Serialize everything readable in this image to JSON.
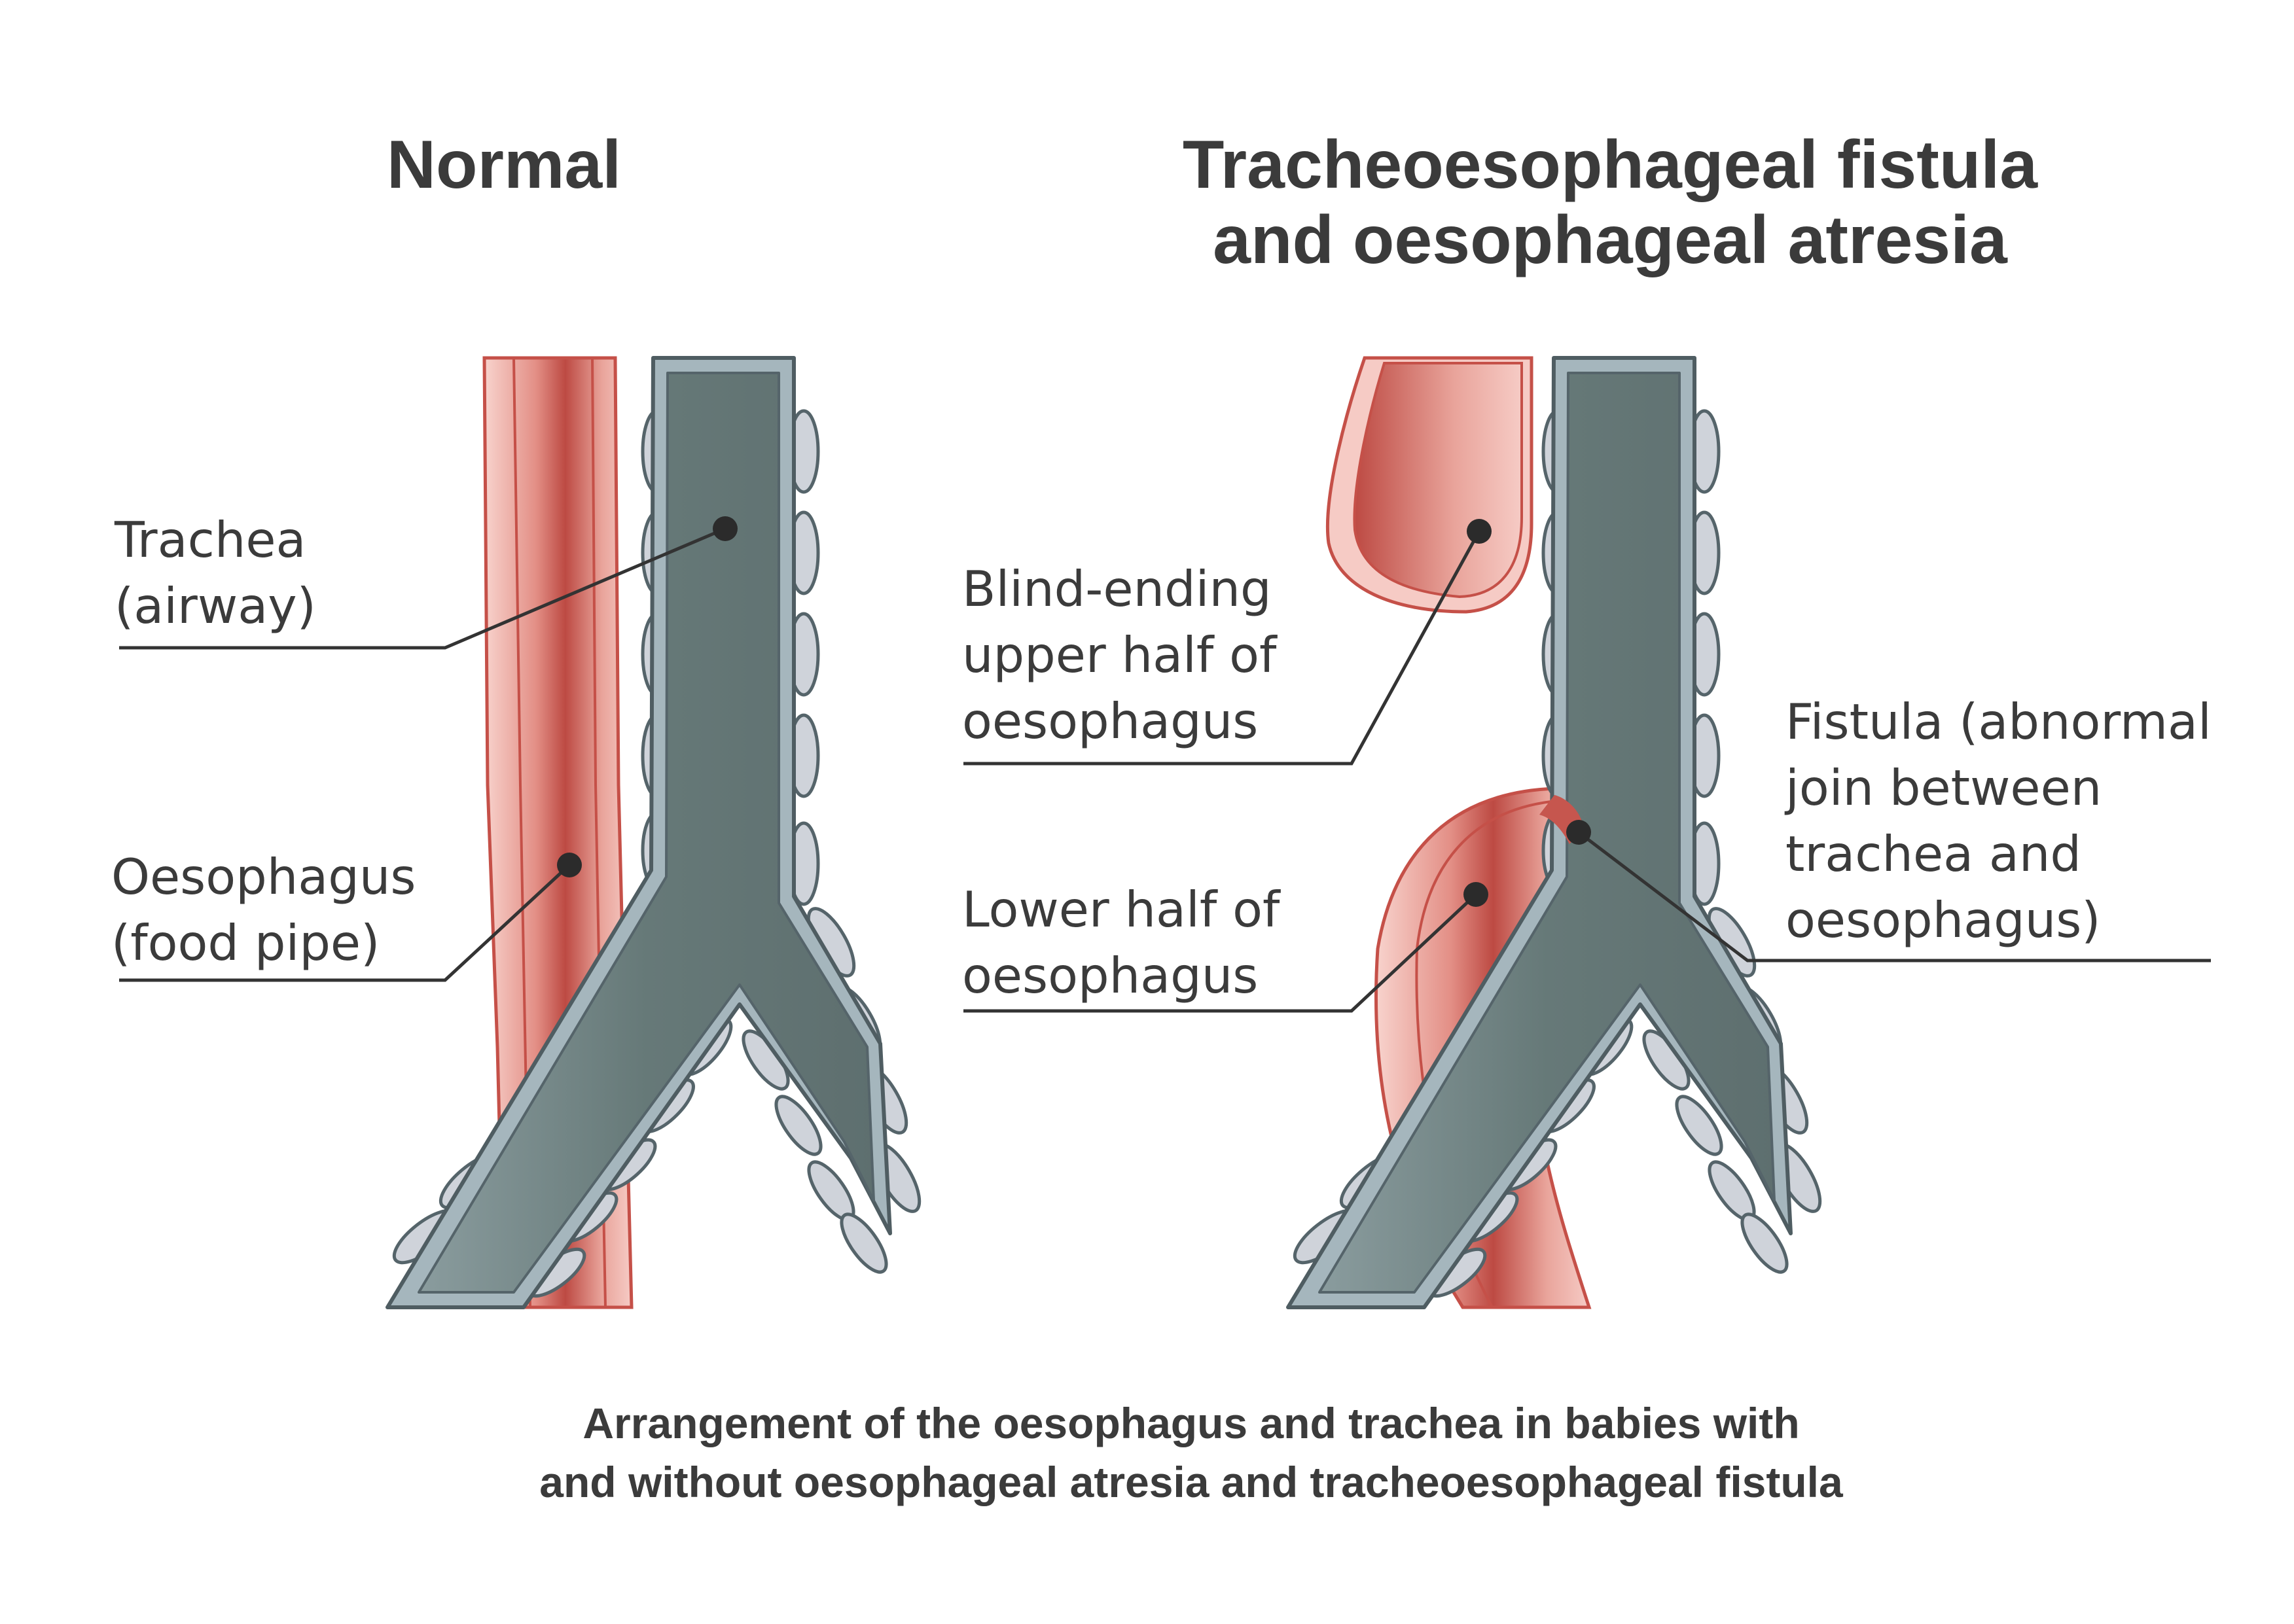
{
  "titles": {
    "normal": "Normal",
    "condition_line1": "Tracheoesophageal fistula",
    "condition_line2": "and oesophageal atresia"
  },
  "labels": {
    "trachea": [
      "Trachea",
      "(airway)"
    ],
    "oesophagus": [
      "Oesophagus",
      "(food pipe)"
    ],
    "upper_half": [
      "Blind-ending",
      "upper half of",
      "oesophagus"
    ],
    "lower_half": [
      "Lower half of",
      "oesophagus"
    ],
    "fistula": [
      "Fistula (abnormal",
      "join between",
      "trachea and",
      "oesophagus)"
    ]
  },
  "caption": [
    "Arrangement of the oesophagus and trachea in babies with",
    "and without oesophageal atresia and tracheoesophageal fistula"
  ],
  "colors": {
    "text": "#3b3b3b",
    "oesophagus_dark": "#b9433d",
    "oesophagus_light": "#f6cbc5",
    "oesophagus_outline": "#c55048",
    "trachea_fill": "#667978",
    "trachea_wall": "#a5b6bd",
    "trachea_outline": "#4f5d62",
    "cartilage": "#cfd3da",
    "leader_line": "#333333"
  }
}
